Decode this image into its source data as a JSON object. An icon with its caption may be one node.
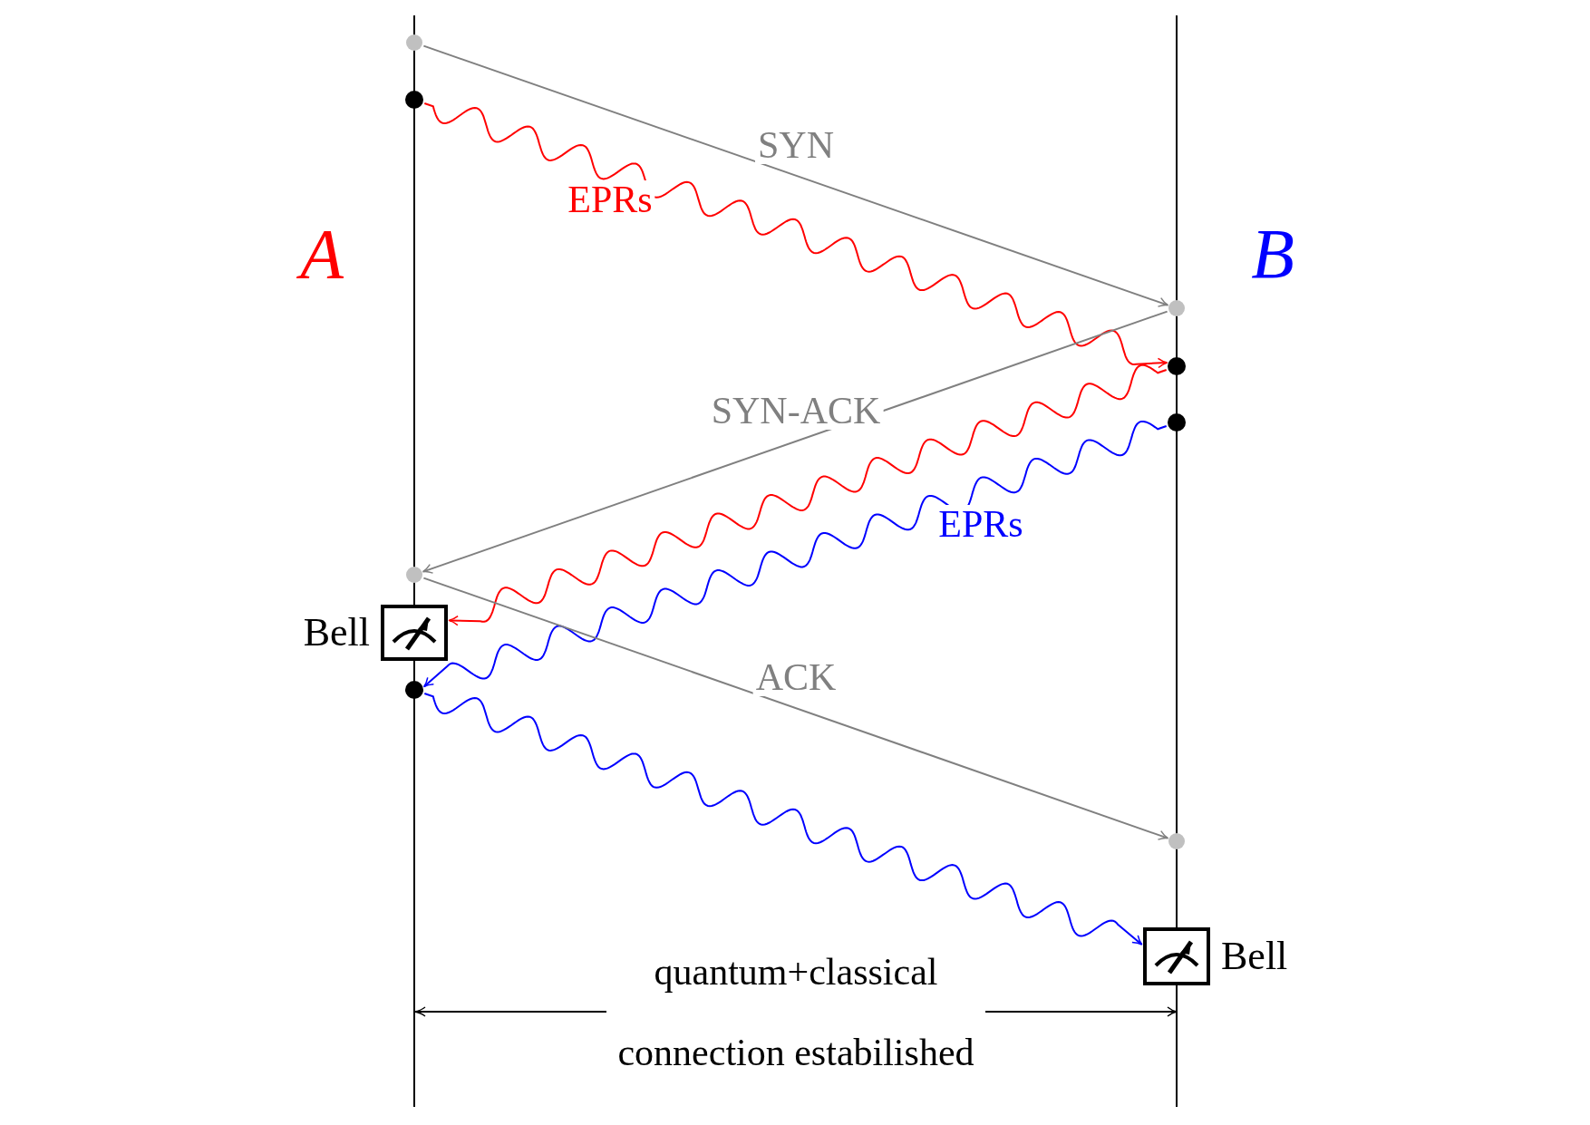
{
  "diagram": {
    "nodes": [
      {
        "text": [],
        "shape": "circle"
      },
      {
        "text": [],
        "shape": "circle"
      },
      {
        "text": [],
        "shape": "circle"
      },
      {
        "text": [],
        "shape": "circle"
      },
      {
        "text": [],
        "shape": "circle"
      },
      {
        "text": [],
        "shape": "circle"
      },
      {
        "text": [
          "Bell"
        ]
      },
      {
        "text": [],
        "shape": "circle"
      },
      {
        "text": [],
        "shape": "circle"
      },
      {
        "text": [
          "Bell"
        ]
      }
    ],
    "edges": [
      {
        "from": 0,
        "to": 2,
        "arrow": "to",
        "label": "SYN"
      },
      {
        "from": 1,
        "to": 3,
        "arrow": "to",
        "label": "EPRs",
        "color": "#ff0000"
      },
      {
        "from": 2,
        "to": 5,
        "arrow": "to",
        "label": "SYN-ACK"
      },
      {
        "from": 3,
        "to": 6,
        "arrow": "to",
        "color": "#ff0000"
      },
      {
        "from": 4,
        "to": 7,
        "arrow": "to",
        "label": "EPRs",
        "color": "#0000ff"
      },
      {
        "from": 5,
        "to": 8,
        "arrow": "to",
        "label": "ACK"
      },
      {
        "from": 7,
        "to": 9,
        "arrow": "to",
        "color": "#0000ff"
      }
    ],
    "labels": [
      "A",
      "B",
      "quantum+classical",
      "connection estabilished"
    ]
  }
}
